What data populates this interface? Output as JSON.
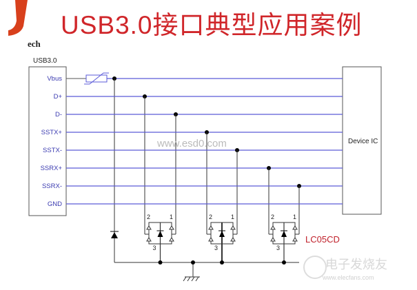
{
  "title": "USB3.0接口典型应用案例",
  "logo_text": "ech",
  "connector_label": "USB3.0",
  "signals": [
    "Vbus",
    "D+",
    "D-",
    "SSTX+",
    "SSTX-",
    "SSRX+",
    "SSRX-",
    "GND"
  ],
  "device_label": "Device IC",
  "part_label": "LC05CD",
  "pin_labels": {
    "p1": "1",
    "p2": "2",
    "p3": "3"
  },
  "watermark": "www.esd0.com",
  "watermark2_cn": "电子发烧友",
  "watermark2_url": "www.elecfans.com",
  "colors": {
    "title": "#d0262a",
    "signal_line": "#5a5ad8",
    "part_label": "#c0202a"
  }
}
